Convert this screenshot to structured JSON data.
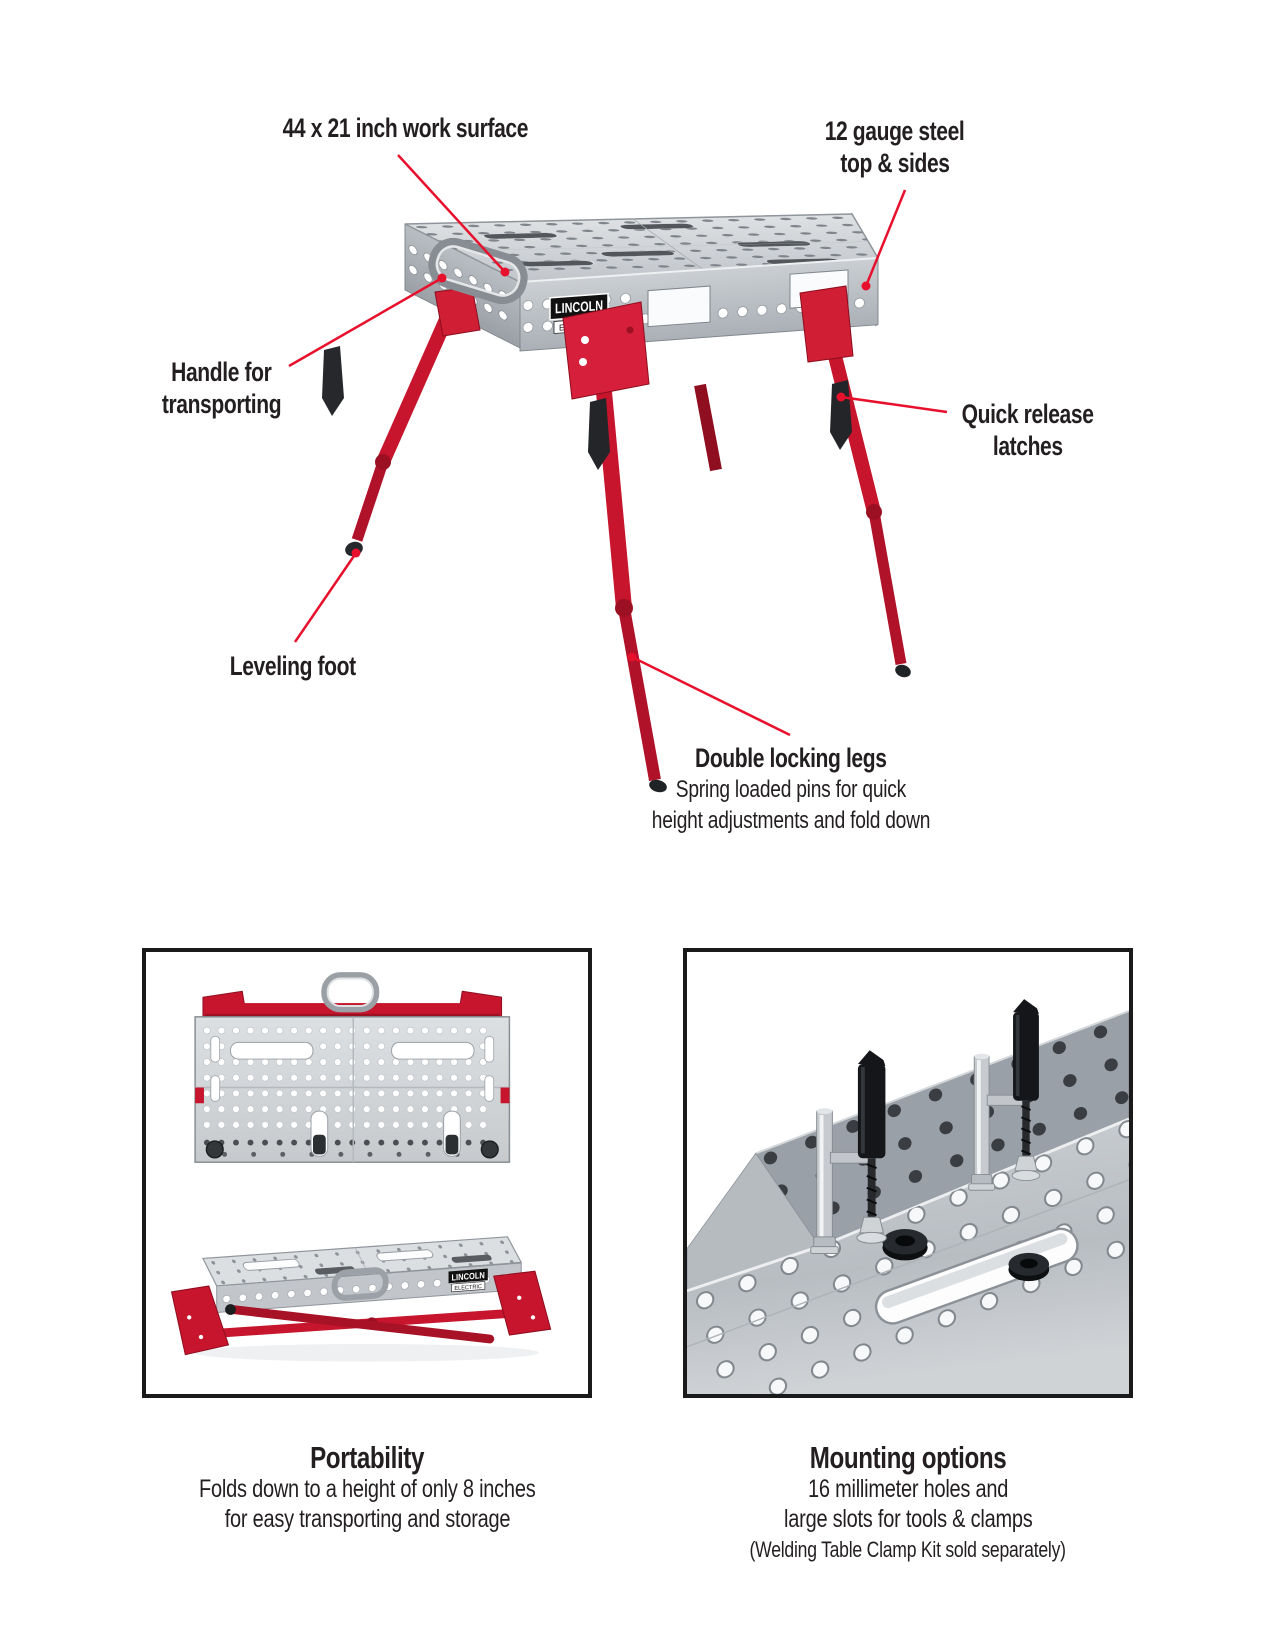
{
  "colors": {
    "accent_red": "#e8112d",
    "leg_red": "#c6152c",
    "text": "#231f20",
    "steel": "#c9cdd1"
  },
  "hero": {
    "callouts": {
      "work_surface": {
        "label": "44 x 21 inch work surface"
      },
      "gauge": {
        "line1": "12 gauge steel",
        "line2": "top & sides"
      },
      "handle": {
        "line1": "Handle for",
        "line2": "transporting"
      },
      "quick_release": {
        "line1": "Quick release",
        "line2": "latches"
      },
      "leveling_foot": {
        "label": "Leveling foot"
      },
      "locking_legs": {
        "title": "Double locking legs",
        "line1": "Spring loaded pins for quick",
        "line2": "height adjustments and fold down"
      }
    },
    "product": {
      "brand_line1": "LINCOLN",
      "brand_line2": "ELECTRIC"
    }
  },
  "features": {
    "portability": {
      "title": "Portability",
      "line1": "Folds down to a height of only 8 inches",
      "line2": "for easy transporting and storage",
      "badge": {
        "line1": "LINCOLN",
        "line2": "ELECTRIC"
      }
    },
    "mounting": {
      "title": "Mounting options",
      "line1": "16 millimeter holes and",
      "line2": "large slots for tools & clamps",
      "note": "(Welding Table Clamp Kit sold separately)"
    }
  }
}
